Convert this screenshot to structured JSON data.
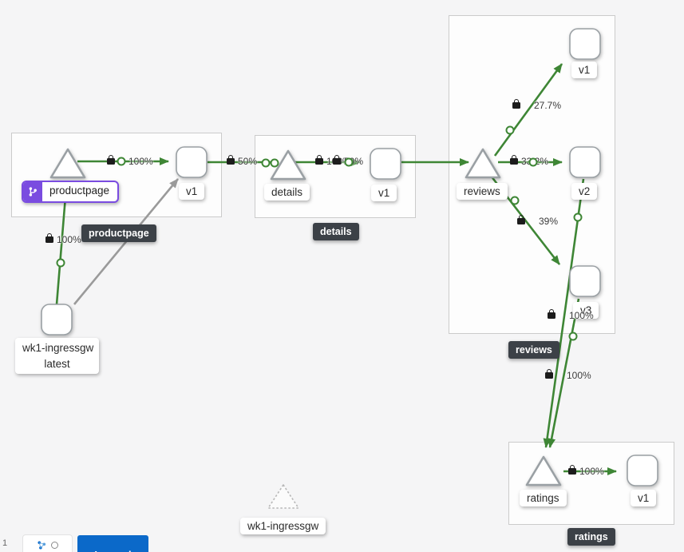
{
  "app": {
    "view": "kiali-graph"
  },
  "groups": {
    "productpage": {
      "badge": "productpage"
    },
    "details": {
      "badge": "details"
    },
    "reviews": {
      "badge": "reviews"
    },
    "ratings": {
      "badge": "ratings"
    }
  },
  "nodes": {
    "productpage": {
      "label": "productpage",
      "selected": true
    },
    "productpage_v1": {
      "label": "v1"
    },
    "details": {
      "label": "details"
    },
    "details_v1": {
      "label": "v1"
    },
    "reviews": {
      "label": "reviews"
    },
    "reviews_v1": {
      "label": "v1"
    },
    "reviews_v2": {
      "label": "v2"
    },
    "reviews_v3": {
      "label": "v3"
    },
    "ratings": {
      "label": "ratings"
    },
    "ratings_v1": {
      "label": "v1"
    },
    "ingressgw": {
      "line1": "wk1-ingressgw",
      "line2": "latest"
    },
    "ingressgw_idle": {
      "label": "wk1-ingressgw"
    }
  },
  "edges": {
    "ingress_to_productpage": {
      "label": "100%"
    },
    "productpage_to_v1": {
      "label": "100%"
    },
    "v1_to_details": {
      "label": "50%"
    },
    "details_to_v1": {
      "label": "100%"
    },
    "v1_to_reviews": {
      "label": "50%"
    },
    "reviews_to_v1": {
      "label": "27.7%"
    },
    "reviews_to_v2": {
      "label": "33.2%"
    },
    "reviews_to_v3": {
      "label": "39%"
    },
    "v2_to_ratings": {
      "label": "100%"
    },
    "v3_to_ratings": {
      "label": "100%"
    },
    "ratings_to_v1": {
      "label": "100%"
    }
  },
  "toolbar": {
    "zoom_indicator": "1",
    "legend_label": "Legend"
  },
  "colors": {
    "edge_green": "#3e8635",
    "edge_gray": "#9a9a9a",
    "selected_purple": "#7a4ce0",
    "badge_bg": "#3c4147",
    "legend_blue": "#0b69c9"
  }
}
